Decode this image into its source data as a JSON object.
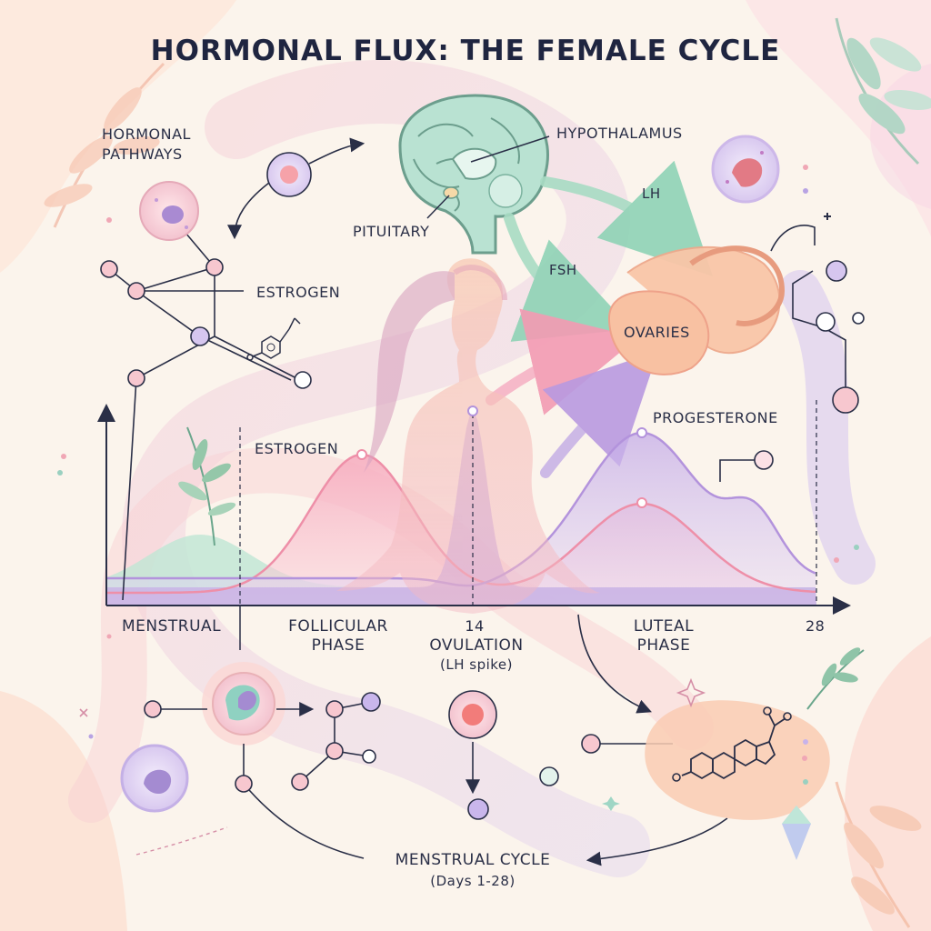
{
  "title": "HORMONAL FLUX: THE FEMALE CYCLE",
  "labels": {
    "pathways_1": "HORMONAL",
    "pathways_2": "PATHWAYS",
    "hypothalamus": "HYPOTHALAMUS",
    "pituitary": "PITUITARY",
    "lh": "LH",
    "fsh": "FSH",
    "ovaries": "OVARIES",
    "estrogen_pathway": "ESTROGEN",
    "estrogen_curve": "ESTROGEN",
    "progesterone": "PROGESTERONE",
    "menstrual": "MENSTRUAL",
    "follicular_1": "FOLLICULAR",
    "follicular_2": "PHASE",
    "day14": "14",
    "ovulation": "OVULATION",
    "lh_spike": "(LH spike)",
    "luteal_1": "LUTEAL",
    "luteal_2": "PHASE",
    "day28": "28",
    "cycle_title": "MENSTRUAL CYCLE",
    "cycle_days": "(Days 1-28)"
  },
  "colors": {
    "background": "#fbf4ec",
    "estrogen": "#f4a9b8",
    "progesterone": "#c9b3e6",
    "lh": "#b89ad6",
    "fsh": "#a8dcc4",
    "ink": "#2a2f47"
  },
  "icons": [
    "brain-icon",
    "cell-icon",
    "molecule-icon",
    "leaf-icon",
    "sparkle-icon",
    "diamond-icon"
  ]
}
